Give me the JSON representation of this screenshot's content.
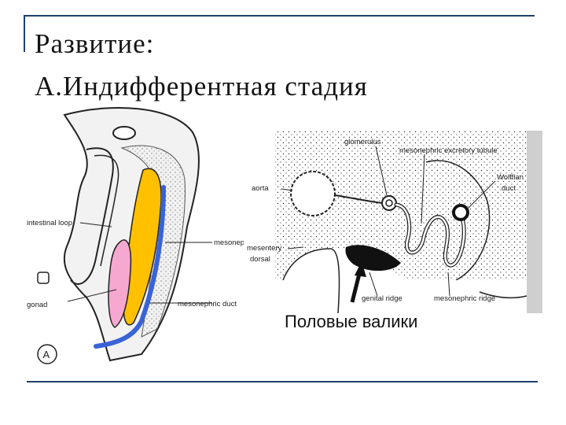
{
  "slide": {
    "title_line1": "Развитие:",
    "title_line2": "А.Индифферентная стадия",
    "caption": "Половые валики"
  },
  "left_figure": {
    "labels": {
      "intestinal_loop": "intestinal loop",
      "mesonephros": "mesonephros",
      "gonad": "gonad",
      "mesonephric_duct": "mesonephric duct",
      "panel": "A"
    },
    "colors": {
      "mesonephros": "#ffc000",
      "gonad": "#f7a8d0",
      "mesonephric_duct": "#3a63d6"
    }
  },
  "right_figure": {
    "labels": {
      "glomerulus": "glomerulus",
      "mesonephric_excretory_tubule": "mesonephric excretory tubule",
      "aorta": "aorta",
      "wolffian": "Wolffian",
      "duct": "duct",
      "mesentery": "mesentery",
      "dorsal": "dorsal",
      "genital_ridge": "genital ridge",
      "mesonephric_ridge": "mesonephric ridge"
    }
  }
}
